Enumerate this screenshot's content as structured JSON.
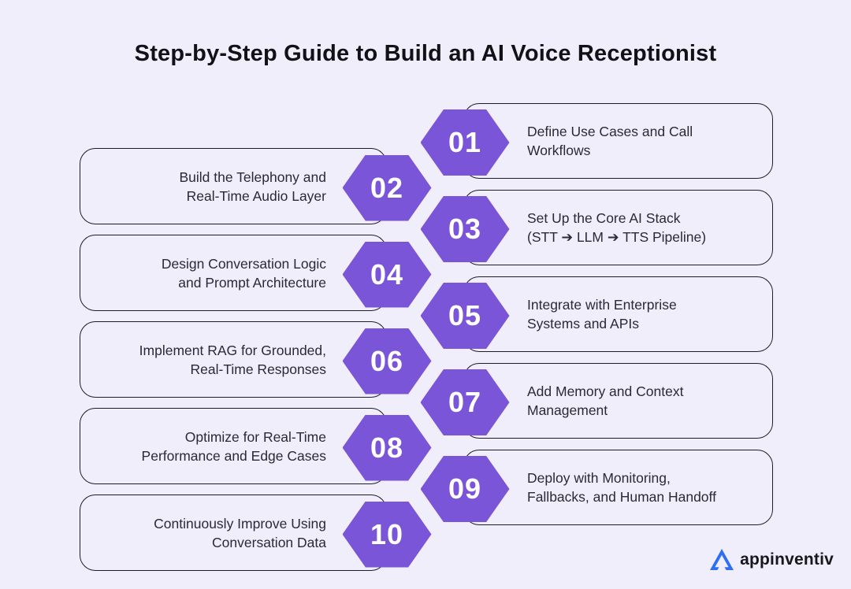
{
  "title": "Step-by-Step Guide to Build an AI Voice Receptionist",
  "steps": [
    {
      "number": "01",
      "side": "right",
      "label": "Define Use Cases and Call\nWorkflows"
    },
    {
      "number": "02",
      "side": "left",
      "label": "Build the Telephony and\nReal-Time Audio Layer"
    },
    {
      "number": "03",
      "side": "right",
      "label": "Set Up the Core AI Stack\n(STT ➔ LLM ➔ TTS Pipeline)"
    },
    {
      "number": "04",
      "side": "left",
      "label": "Design Conversation Logic\nand Prompt Architecture"
    },
    {
      "number": "05",
      "side": "right",
      "label": "Integrate with Enterprise\nSystems and APIs"
    },
    {
      "number": "06",
      "side": "left",
      "label": "Implement RAG for Grounded,\nReal-Time Responses"
    },
    {
      "number": "07",
      "side": "right",
      "label": "Add Memory and Context\nManagement"
    },
    {
      "number": "08",
      "side": "left",
      "label": "Optimize for Real-Time\nPerformance and Edge Cases"
    },
    {
      "number": "09",
      "side": "right",
      "label": "Deploy with Monitoring,\nFallbacks, and Human Handoff"
    },
    {
      "number": "10",
      "side": "left",
      "label": "Continuously Improve Using\nConversation Data"
    }
  ],
  "logo": {
    "text": "appinventiv",
    "icon": "triangle-a-mark"
  },
  "colors": {
    "background": "#f0eefb",
    "hexagon": "#7b55d7",
    "box_border": "#1d1d27",
    "text": "#2a2a33",
    "title": "#111116",
    "logo_blue": "#2d6ff0"
  }
}
